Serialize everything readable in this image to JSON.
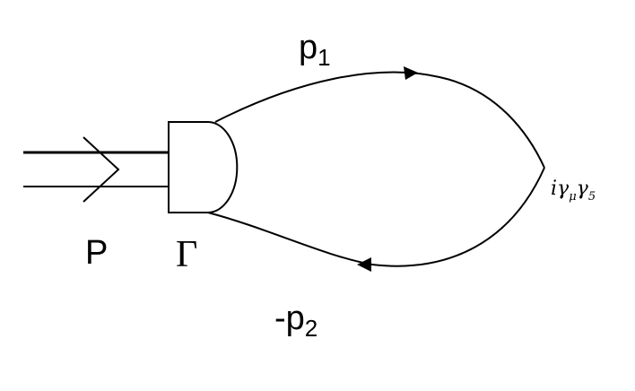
{
  "diagram": {
    "labels": {
      "momentum_total": "P",
      "vertex_gamma": "Γ",
      "upper_momentum_base": "p",
      "upper_momentum_sub": "1",
      "lower_momentum_base": "-p",
      "lower_momentum_sub": "2",
      "current_vertex_i": "i",
      "current_vertex_gamma_mu": "γ",
      "current_vertex_mu": "μ",
      "current_vertex_gamma_5": "γ",
      "current_vertex_5": "5"
    },
    "colors": {
      "stroke": "#000000",
      "background": "#ffffff"
    }
  }
}
